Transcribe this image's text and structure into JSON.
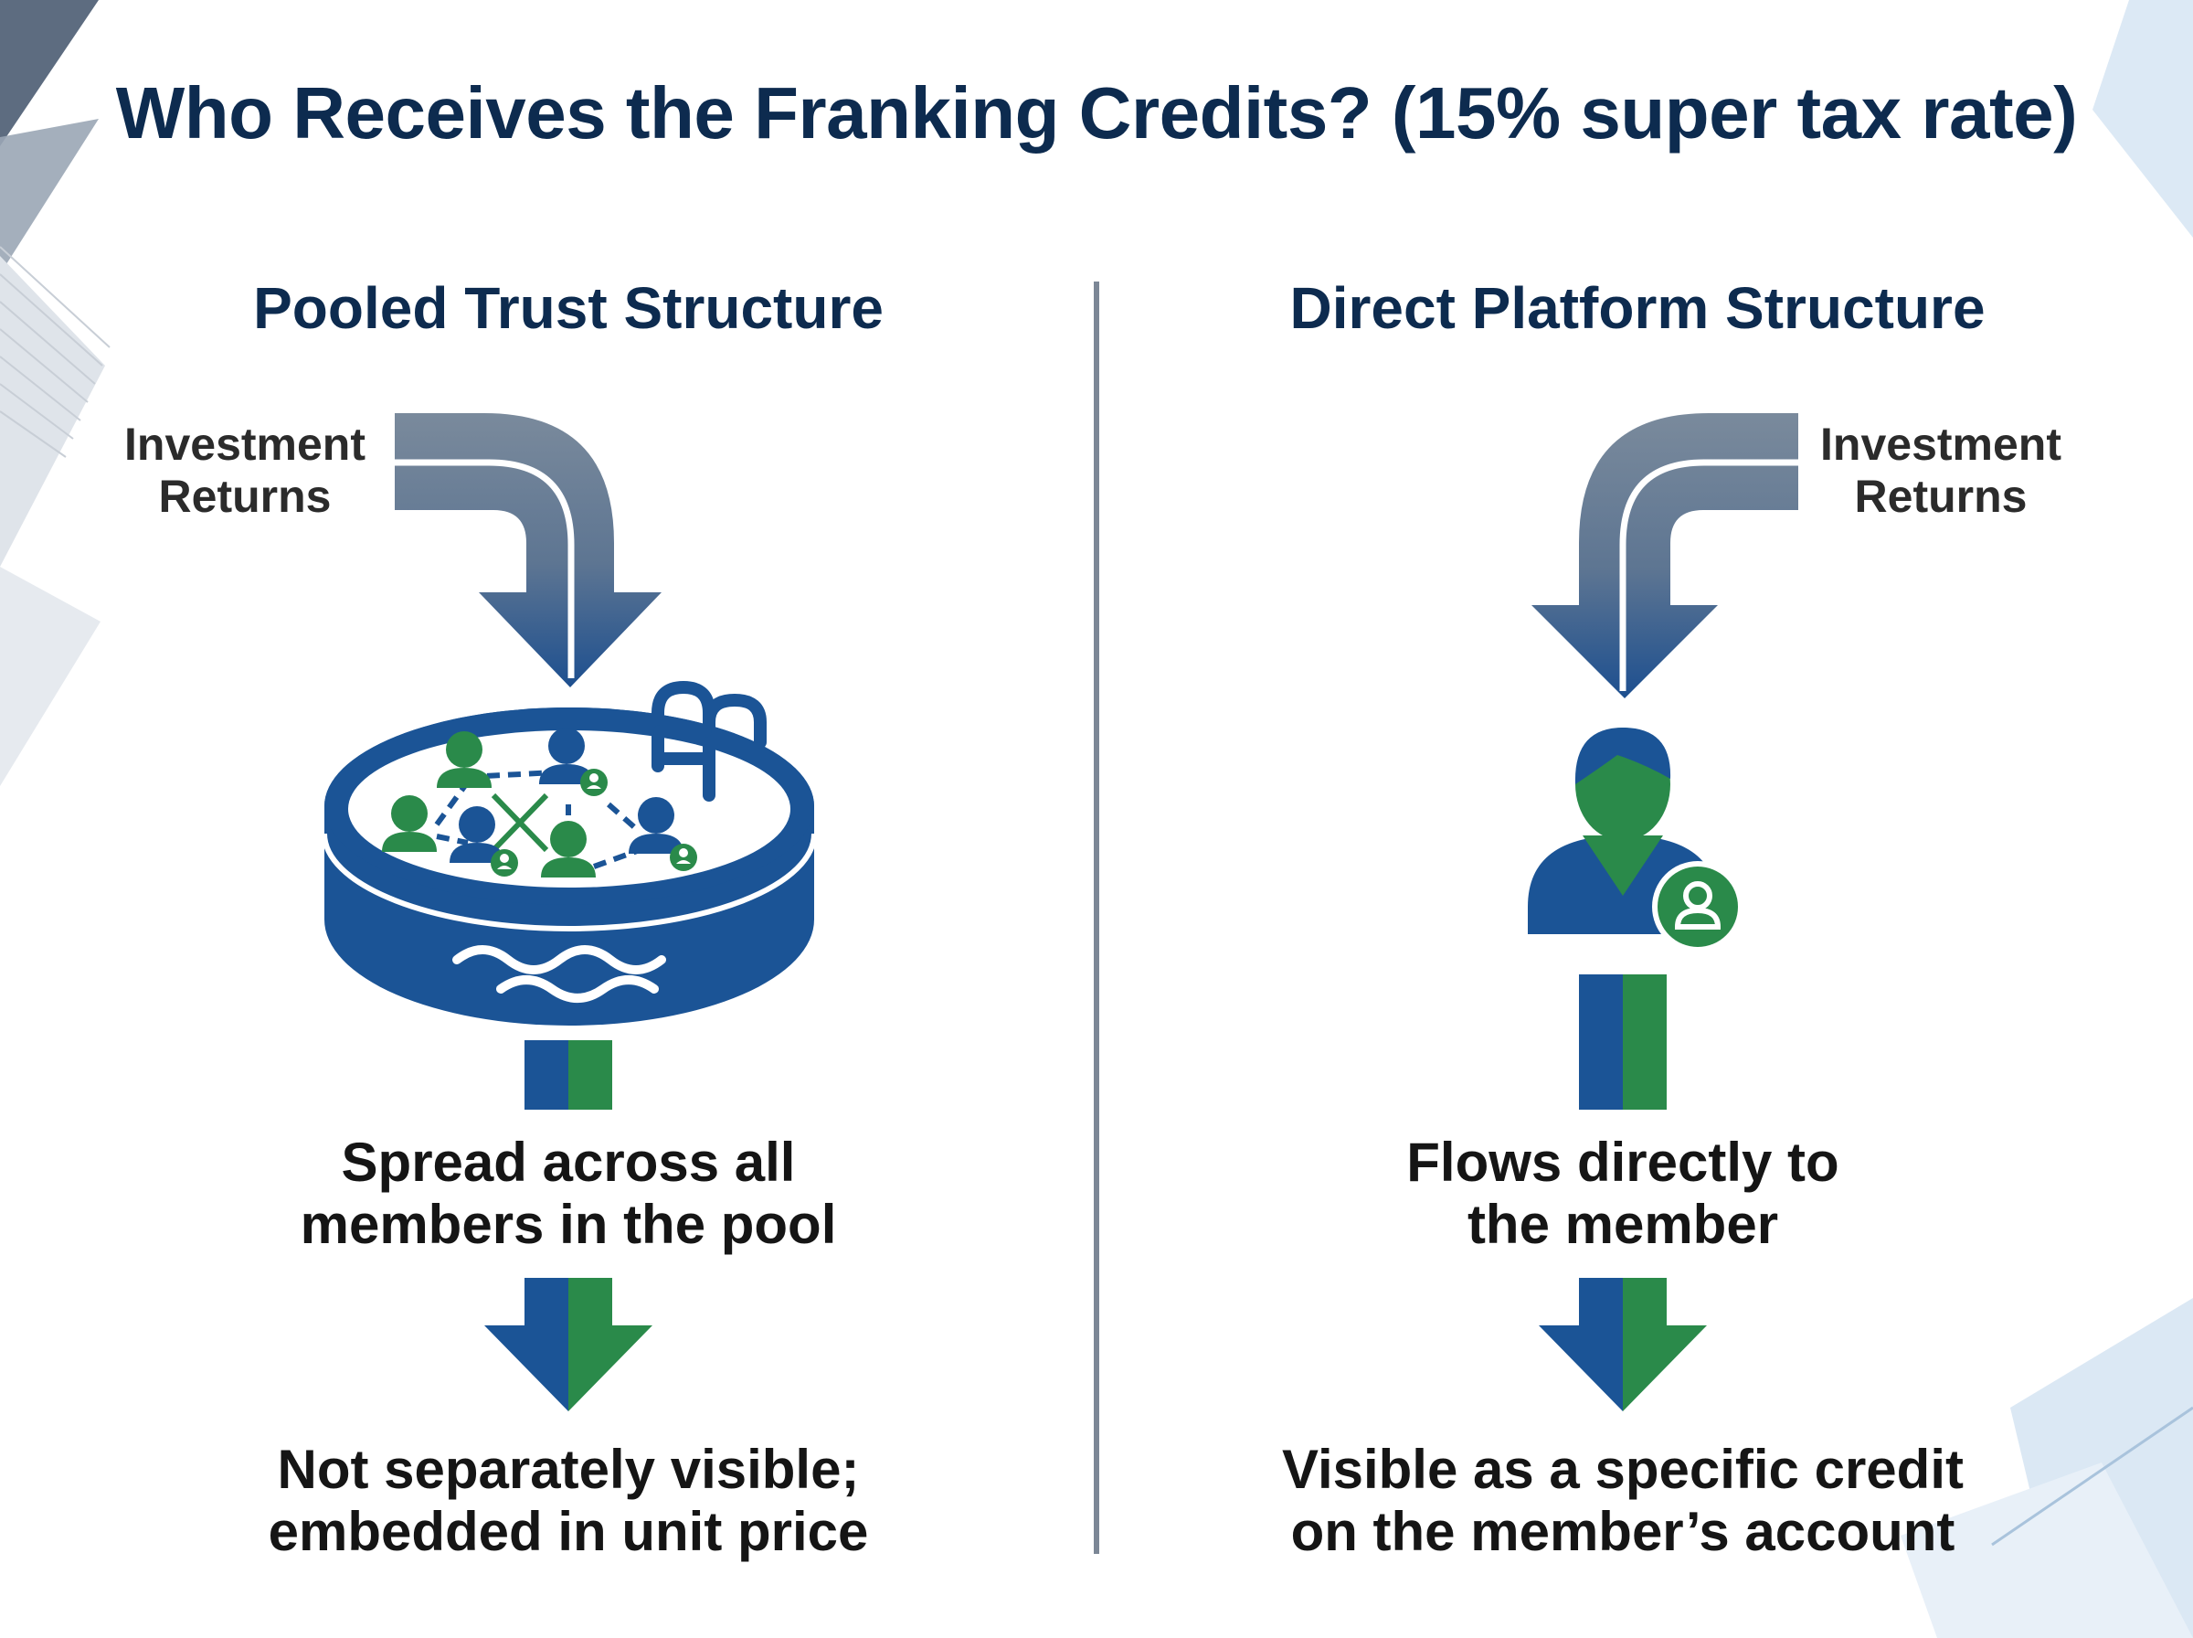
{
  "title": "Who Receives the Franking Credits? (15% super tax rate)",
  "left": {
    "heading": "Pooled Trust Structure",
    "input_label": [
      "Investment",
      "Returns"
    ],
    "step1": [
      "Spread across all",
      "members in the pool"
    ],
    "step2": [
      "Not separately visible;",
      "embedded in unit price"
    ]
  },
  "right": {
    "heading": "Direct Platform Structure",
    "input_label": [
      "Investment",
      "Returns"
    ],
    "step1": [
      "Flows directly to",
      "the member"
    ],
    "step2": [
      "Visible as a specific credit",
      "on the member’s account"
    ]
  },
  "colors": {
    "navy_text": "#0d2b4f",
    "blue": "#1b5496",
    "green": "#2a8a4a",
    "gray_arrow": "#6f8299",
    "divider": "#7c8796"
  },
  "icons": {
    "left_diagram": "pool-icon",
    "right_diagram": "member-icon",
    "flow": "arrow-icon"
  }
}
